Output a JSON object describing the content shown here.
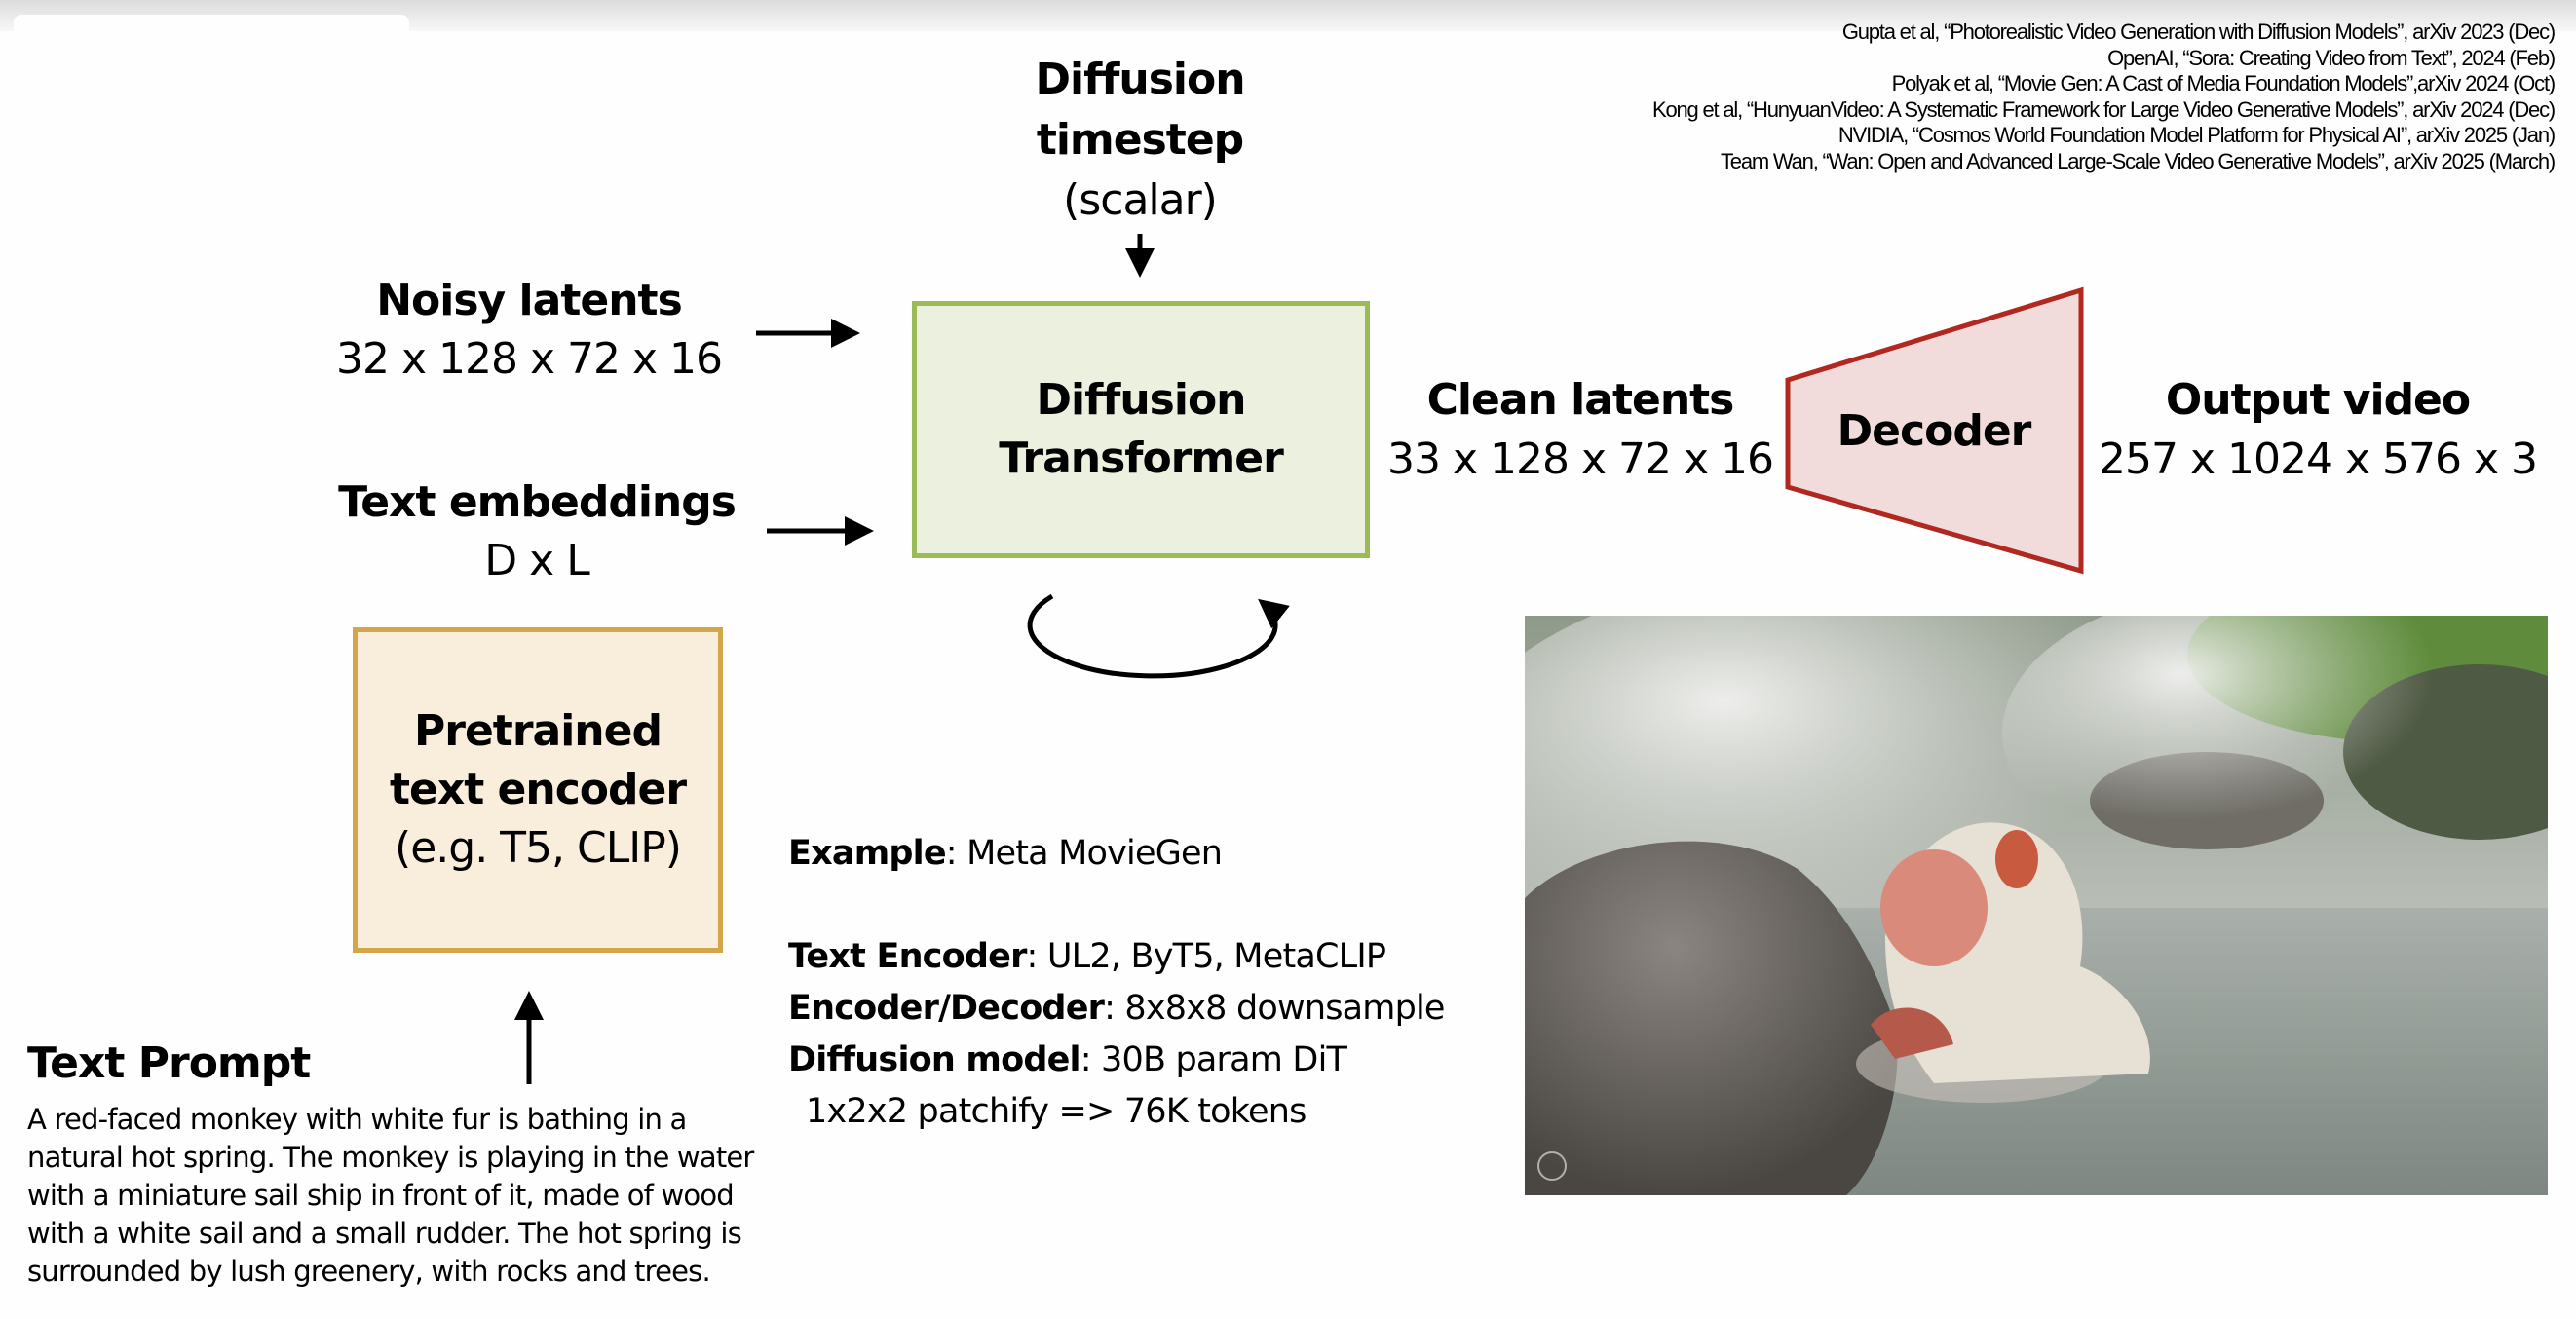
{
  "references": [
    "Gupta et al, “Photorealistic Video Generation with Diffusion Models”, arXiv 2023 (Dec)",
    "OpenAI, “Sora: Creating Video from Text”, 2024 (Feb)",
    "Polyak et al, “Movie Gen: A Cast of Media Foundation Models”,arXiv 2024 (Oct)",
    "Kong et al, “HunyuanVideo: A Systematic Framework for Large Video Generative Models”, arXiv 2024 (Dec)",
    "NVIDIA, “Cosmos World Foundation Model Platform for Physical AI”, arXiv 2025 (Jan)",
    "Team Wan, “Wan: Open and Advanced Large-Scale Video Generative Models”, arXiv 2025 (March)"
  ],
  "timestep": {
    "line1": "Diffusion",
    "line2": "timestep",
    "line3": "(scalar)"
  },
  "noisy": {
    "title": "Noisy latents",
    "shape": "32 x 128 x 72 x 16"
  },
  "text_emb": {
    "title": "Text embeddings",
    "shape": "D x L"
  },
  "dit": {
    "line1": "Diffusion",
    "line2": "Transformer"
  },
  "clean": {
    "title": "Clean latents",
    "shape": "33 x 128 x 72 x 16"
  },
  "decoder": {
    "label": "Decoder"
  },
  "output": {
    "title": "Output video",
    "shape": "257 x 1024 x 576 x 3"
  },
  "encoder": {
    "line1": "Pretrained",
    "line2": "text encoder",
    "line3": "(e.g. T5, CLIP)"
  },
  "prompt": {
    "title": "Text Prompt",
    "text": "A red-faced monkey with white fur is bathing in a natural hot spring. The monkey is playing in the water with a miniature sail ship in front of it, made of wood with a white sail and a small rudder. The hot spring is surrounded by lush greenery, with rocks and trees."
  },
  "example": {
    "rows": [
      {
        "key": "Example",
        "value": ": Meta MovieGen"
      },
      {
        "key": "Text Encoder",
        "value": ": UL2, ByT5, MetaCLIP"
      },
      {
        "key": "Encoder/Decoder",
        "value": ": 8x8x8 downsample"
      },
      {
        "key": "Diffusion model",
        "value": ": 30B param DiT"
      }
    ],
    "extra": "1x2x2 patchify => 76K tokens"
  },
  "colors": {
    "dit_border": "#9bbb59",
    "dit_fill": "#ebf1de",
    "encoder_border": "#d4a64a",
    "encoder_fill": "#f8eedb",
    "decoder_border": "#b0281f",
    "decoder_fill": "#f2dcdb"
  }
}
